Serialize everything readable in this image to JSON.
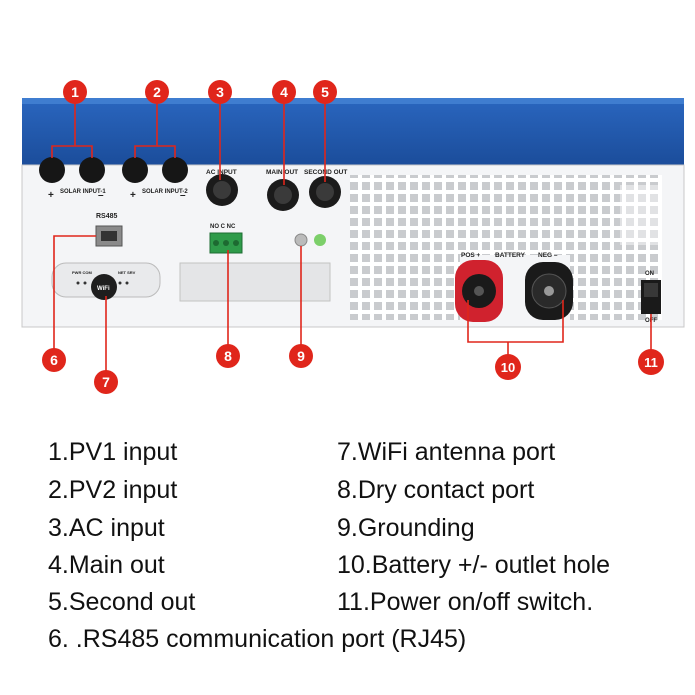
{
  "panel_labels": {
    "solar1": "SOLAR INPUT-1",
    "solar1_plus": "+",
    "solar1_minus": "–",
    "solar2": "SOLAR INPUT-2",
    "solar2_plus": "+",
    "solar2_minus": "–",
    "ac_input": "AC INPUT",
    "main_out": "MAIN OUT",
    "second_out": "SECOND OUT",
    "rs485": "RS485",
    "no_c_nc": "NO C NC",
    "wifi": "WiFi",
    "pwr_com": "PWR COM",
    "net_srv": "NET SRV",
    "battery": "BATTERY",
    "pos": "POS +",
    "neg": "NEG –",
    "on": "ON",
    "off": "OFF"
  },
  "callouts": [
    "1",
    "2",
    "3",
    "4",
    "5",
    "6",
    "7",
    "8",
    "9",
    "10",
    "11"
  ],
  "legend": {
    "item1": "1.PV1 input",
    "item2": "2.PV2 input",
    "item3": "3.AC input",
    "item4": "4.Main out",
    "item5": "5.Second out",
    "item6": "6. .RS485 communication port (RJ45)",
    "item7": "7.WiFi antenna port",
    "item8": "8.Dry contact port",
    "item9": "9.Grounding",
    "item10": "10.Battery +/- outlet hole",
    "item11": "11.Power on/off switch."
  },
  "colors": {
    "callout": "#e0261b",
    "line": "#e0261b",
    "panel_blue": "#1f55a8",
    "panel_body": "#f4f5f7",
    "terminal_red": "#d0222e"
  }
}
